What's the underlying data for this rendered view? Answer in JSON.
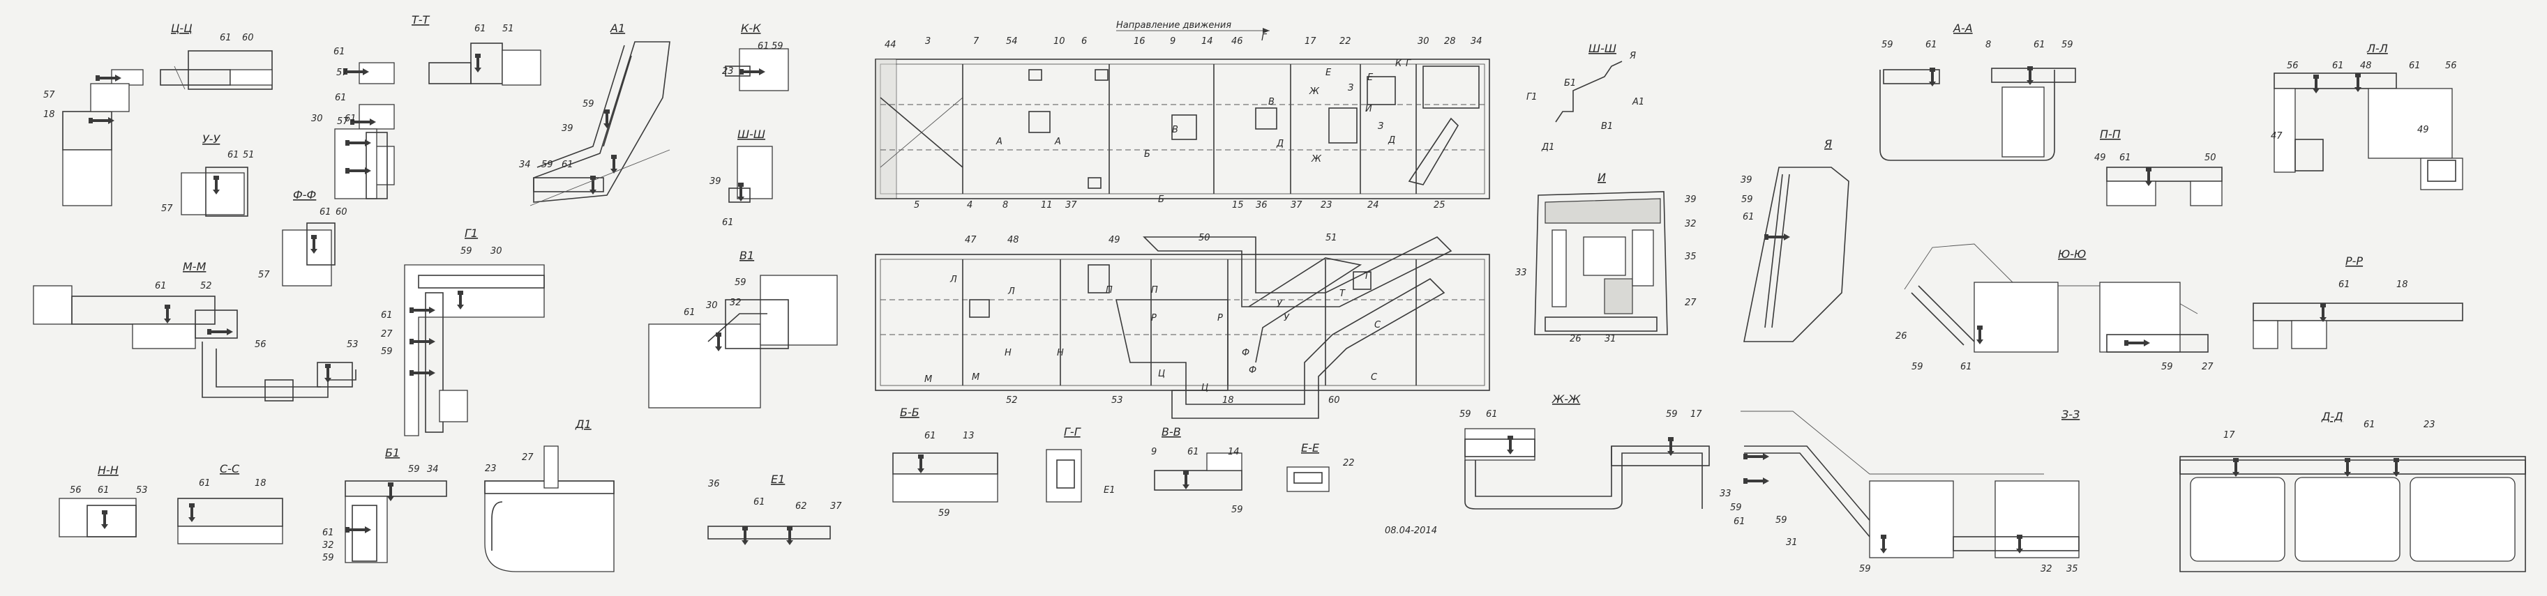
{
  "drawing": {
    "date": "08.04-2014",
    "direction_label": "Направление движения"
  },
  "sections": {
    "ts": {
      "title": "Ц-Ц",
      "callouts": [
        "61",
        "60"
      ]
    },
    "tt": {
      "title": "Т-Т",
      "callouts": [
        "61",
        "51",
        "61",
        "57",
        "61",
        "57"
      ]
    },
    "a1": {
      "title": "А1",
      "callouts": [
        "59",
        "39"
      ]
    },
    "kk": {
      "title": "К-К",
      "callouts": [
        "61",
        "59",
        "23"
      ]
    },
    "shsh_small": {
      "title": "Ш-Ш",
      "callouts": [
        "39",
        "61"
      ]
    },
    "sh_sh_big": {
      "title": "Ш-Ш",
      "callouts": [
        "Я",
        "Б1",
        "Г1",
        "В1",
        "А1",
        "Д1"
      ]
    },
    "left57": {
      "callouts": [
        "57",
        "18"
      ]
    },
    "uu": {
      "title": "У-У",
      "callouts": [
        "61",
        "51",
        "57"
      ]
    },
    "ff": {
      "title": "Ф-Ф",
      "callouts": [
        "61",
        "60",
        "57"
      ]
    },
    "i_left": {
      "callouts": [
        "30",
        "61",
        "34",
        "59",
        "61"
      ]
    },
    "mm": {
      "title": "М-М",
      "callouts": [
        "61",
        "52",
        "56",
        "53"
      ]
    },
    "g1": {
      "title": "Г1",
      "callouts": [
        "59",
        "30",
        "61",
        "27",
        "59"
      ]
    },
    "v1": {
      "title": "В1",
      "callouts": [
        "61",
        "30",
        "32",
        "59"
      ]
    },
    "nn": {
      "title": "Н-Н",
      "callouts": [
        "56",
        "61",
        "53"
      ]
    },
    "ss": {
      "title": "С-С",
      "callouts": [
        "61",
        "18"
      ]
    },
    "b1": {
      "title": "Б1",
      "callouts": [
        "59",
        "34",
        "61",
        "32",
        "59"
      ]
    },
    "d1": {
      "title": "Д1",
      "callouts": [
        "23",
        "27"
      ]
    },
    "e1": {
      "title": "Е1",
      "callouts": [
        "36",
        "61",
        "62",
        "37"
      ]
    },
    "bb": {
      "title": "Б-Б",
      "callouts": [
        "61",
        "13",
        "59"
      ]
    },
    "gg": {
      "title": "Г-Г",
      "callouts": [
        "Е1"
      ]
    },
    "vv": {
      "title": "В-В",
      "callouts": [
        "9",
        "61",
        "14",
        "59"
      ]
    },
    "ee": {
      "title": "Е-Е",
      "callouts": [
        "22"
      ]
    },
    "zhzh": {
      "title": "Ж-Ж",
      "callouts": [
        "59",
        "61",
        "59",
        "17"
      ]
    },
    "i_big": {
      "title": "И",
      "callouts": [
        "39",
        "32",
        "35",
        "33",
        "27",
        "26",
        "31"
      ]
    },
    "ya": {
      "title": "Я",
      "callouts": [
        "39",
        "59",
        "61"
      ]
    },
    "aa": {
      "title": "А-А",
      "callouts": [
        "59",
        "61",
        "8",
        "61",
        "59"
      ]
    },
    "pp": {
      "title": "П-П",
      "callouts": [
        "49",
        "61",
        "50"
      ]
    },
    "ll": {
      "title": "Л-Л",
      "callouts": [
        "56",
        "61",
        "48",
        "61",
        "56",
        "47",
        "49"
      ]
    },
    "yuyu": {
      "title": "Ю-Ю",
      "callouts": [
        "26",
        "59",
        "61",
        "59",
        "27"
      ]
    },
    "rr": {
      "title": "Р-Р",
      "callouts": [
        "61",
        "18"
      ]
    },
    "zz": {
      "title": "З-З",
      "callouts": [
        "33",
        "59",
        "61",
        "59",
        "31",
        "59",
        "32",
        "35"
      ]
    },
    "dd": {
      "title": "Д-Д",
      "callouts": [
        "17",
        "61",
        "23"
      ]
    }
  },
  "plan_top": {
    "callouts_top": [
      "44",
      "3",
      "7",
      "54",
      "10",
      "6",
      "16",
      "9",
      "14",
      "46",
      "Г",
      "17",
      "22",
      "30",
      "28",
      "34"
    ],
    "callouts_bottom": [
      "5",
      "4",
      "8",
      "11",
      "37",
      "15",
      "36",
      "37",
      "23",
      "24",
      "25"
    ],
    "inner_letters": [
      "А",
      "А",
      "В",
      "Б",
      "Б",
      "Д",
      "Е",
      "К",
      "Ж",
      "И",
      "Ж",
      "З",
      "Д",
      "Г",
      "З",
      "В",
      "Е"
    ]
  },
  "plan_bottom": {
    "callouts_top": [
      "47",
      "48",
      "49",
      "50",
      "51"
    ],
    "callouts_bottom": [
      "52",
      "53",
      "18",
      "60"
    ],
    "inner_letters": [
      "Л",
      "Л",
      "П",
      "П",
      "Р",
      "Р",
      "Т",
      "Т",
      "У",
      "У",
      "Ф",
      "Ф",
      "Н",
      "Н",
      "М",
      "М",
      "Ц",
      "С",
      "С",
      "Ц"
    ]
  }
}
